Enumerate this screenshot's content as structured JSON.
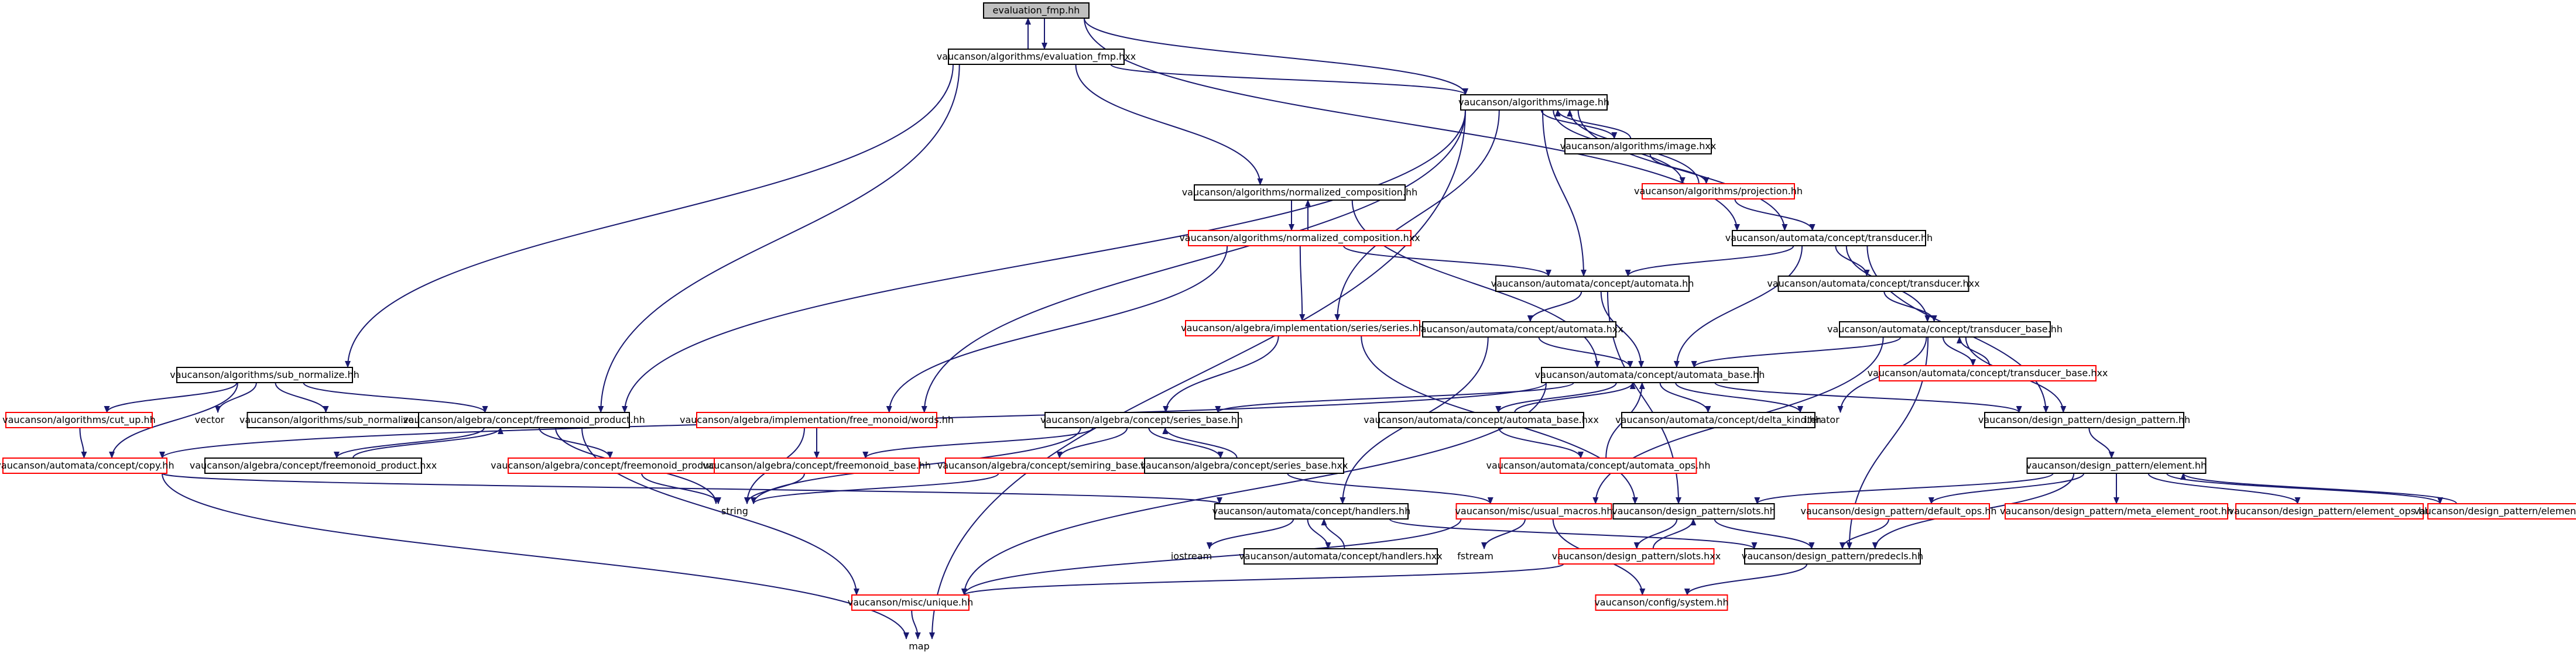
{
  "colors": {
    "edge": "#191970",
    "box_black": "#000000",
    "box_red": "#ff0000",
    "box_plain": "#bfbfbf",
    "root_fill": "#bfbfbf",
    "text": "#000000"
  },
  "nodes": [
    {
      "id": "root",
      "label": "evaluation_fmp.hh",
      "style": "root"
    },
    {
      "id": "eval_hxx",
      "label": "vaucanson/algorithms/evaluation_fmp.hxx",
      "style": "black"
    },
    {
      "id": "image_hh",
      "label": "vaucanson/algorithms/image.hh",
      "style": "black"
    },
    {
      "id": "image_hxx",
      "label": "vaucanson/algorithms/image.hxx",
      "style": "black"
    },
    {
      "id": "projection_hh",
      "label": "vaucanson/algorithms/projection.hh",
      "style": "red"
    },
    {
      "id": "transducer_hh",
      "label": "vaucanson/automata/concept/transducer.hh",
      "style": "black"
    },
    {
      "id": "normcomp_hh",
      "label": "vaucanson/algorithms/normalized_composition.hh",
      "style": "black"
    },
    {
      "id": "normcomp_hxx",
      "label": "vaucanson/algorithms/normalized_composition.hxx",
      "style": "red"
    },
    {
      "id": "automata_hh",
      "label": "vaucanson/automata/concept/automata.hh",
      "style": "black"
    },
    {
      "id": "transducer_hxx",
      "label": "vaucanson/automata/concept/transducer.hxx",
      "style": "black"
    },
    {
      "id": "automata_hxx",
      "label": "vaucanson/automata/concept/automata.hxx",
      "style": "black"
    },
    {
      "id": "transducer_base_hh",
      "label": "vaucanson/automata/concept/transducer_base.hh",
      "style": "black"
    },
    {
      "id": "transducer_base_hxx",
      "label": "vaucanson/automata/concept/transducer_base.hxx",
      "style": "red"
    },
    {
      "id": "series_hh",
      "label": "vaucanson/algebra/implementation/series/series.hh",
      "style": "red"
    },
    {
      "id": "automata_base_hh",
      "label": "vaucanson/automata/concept/automata_base.hh",
      "style": "black"
    },
    {
      "id": "sub_normalize_hh",
      "label": "vaucanson/algorithms/sub_normalize.hh",
      "style": "black"
    },
    {
      "id": "cut_up_hh",
      "label": "vaucanson/algorithms/cut_up.hh",
      "style": "red"
    },
    {
      "id": "vector",
      "label": "vector",
      "style": "plain"
    },
    {
      "id": "sub_normalize_hxx",
      "label": "vaucanson/algorithms/sub_normalize.hxx",
      "style": "black"
    },
    {
      "id": "freemonoid_product_hh",
      "label": "vaucanson/algebra/concept/freemonoid_product.hh",
      "style": "black"
    },
    {
      "id": "free_monoid_words_hh",
      "label": "vaucanson/algebra/implementation/free_monoid/words.hh",
      "style": "red"
    },
    {
      "id": "series_base_hh",
      "label": "vaucanson/algebra/concept/series_base.hh",
      "style": "black"
    },
    {
      "id": "automata_base_hxx",
      "label": "vaucanson/automata/concept/automata_base.hxx",
      "style": "black"
    },
    {
      "id": "delta_kind_hh",
      "label": "vaucanson/automata/concept/delta_kind.hh",
      "style": "black"
    },
    {
      "id": "iterator",
      "label": "iterator",
      "style": "plain"
    },
    {
      "id": "design_pattern_hh",
      "label": "vaucanson/design_pattern/design_pattern.hh",
      "style": "black"
    },
    {
      "id": "copy_hh",
      "label": "vaucanson/automata/concept/copy.hh",
      "style": "red"
    },
    {
      "id": "freemonoid_product_hxx",
      "label": "vaucanson/algebra/concept/freemonoid_product.hxx",
      "style": "black"
    },
    {
      "id": "freemonoid_product_base_hh",
      "label": "vaucanson/algebra/concept/freemonoid_product_base.hh",
      "style": "red"
    },
    {
      "id": "freemonoid_base_hh",
      "label": "vaucanson/algebra/concept/freemonoid_base.hh",
      "style": "red"
    },
    {
      "id": "semiring_base_hh",
      "label": "vaucanson/algebra/concept/semiring_base.hh",
      "style": "red"
    },
    {
      "id": "series_base_hxx",
      "label": "vaucanson/algebra/concept/series_base.hxx",
      "style": "black"
    },
    {
      "id": "automata_ops_hh",
      "label": "vaucanson/automata/concept/automata_ops.hh",
      "style": "red"
    },
    {
      "id": "element_hh",
      "label": "vaucanson/design_pattern/element.hh",
      "style": "black"
    },
    {
      "id": "string",
      "label": "string",
      "style": "plain"
    },
    {
      "id": "handlers_hh",
      "label": "vaucanson/automata/concept/handlers.hh",
      "style": "black"
    },
    {
      "id": "usual_macros_hh",
      "label": "vaucanson/misc/usual_macros.hh",
      "style": "red"
    },
    {
      "id": "slots_hh",
      "label": "vaucanson/design_pattern/slots.hh",
      "style": "black"
    },
    {
      "id": "default_ops_hh",
      "label": "vaucanson/design_pattern/default_ops.hh",
      "style": "red"
    },
    {
      "id": "meta_element_root_hh",
      "label": "vaucanson/design_pattern/meta_element_root.hh",
      "style": "red"
    },
    {
      "id": "element_ops_hh",
      "label": "vaucanson/design_pattern/element_ops.hh",
      "style": "red"
    },
    {
      "id": "element_hxx",
      "label": "vaucanson/design_pattern/element.hxx",
      "style": "red"
    },
    {
      "id": "iostream",
      "label": "iostream",
      "style": "plain"
    },
    {
      "id": "handlers_hxx",
      "label": "vaucanson/automata/concept/handlers.hxx",
      "style": "black"
    },
    {
      "id": "fstream",
      "label": "fstream",
      "style": "plain"
    },
    {
      "id": "slots_hxx",
      "label": "vaucanson/design_pattern/slots.hxx",
      "style": "red"
    },
    {
      "id": "predecls_hh",
      "label": "vaucanson/design_pattern/predecls.hh",
      "style": "black"
    },
    {
      "id": "unique_hh",
      "label": "vaucanson/misc/unique.hh",
      "style": "red"
    },
    {
      "id": "system_hh",
      "label": "vaucanson/config/system.hh",
      "style": "red"
    },
    {
      "id": "map",
      "label": "map",
      "style": "plain"
    }
  ],
  "edges": [
    [
      "root",
      "eval_hxx"
    ],
    [
      "eval_hxx",
      "root"
    ],
    [
      "root",
      "image_hh"
    ],
    [
      "root",
      "transducer_hh"
    ],
    [
      "eval_hxx",
      "image_hh"
    ],
    [
      "eval_hxx",
      "normcomp_hh"
    ],
    [
      "eval_hxx",
      "sub_normalize_hh"
    ],
    [
      "eval_hxx",
      "freemonoid_product_hh"
    ],
    [
      "image_hh",
      "image_hxx"
    ],
    [
      "image_hxx",
      "image_hh"
    ],
    [
      "image_hh",
      "projection_hh"
    ],
    [
      "projection_hh",
      "image_hh"
    ],
    [
      "image_hh",
      "transducer_hh"
    ],
    [
      "image_hh",
      "automata_hh"
    ],
    [
      "image_hh",
      "series_hh"
    ],
    [
      "image_hh",
      "freemonoid_product_hh"
    ],
    [
      "image_hh",
      "free_monoid_words_hh"
    ],
    [
      "image_hh",
      "map"
    ],
    [
      "image_hxx",
      "projection_hh"
    ],
    [
      "projection_hh",
      "transducer_hh"
    ],
    [
      "normcomp_hh",
      "normcomp_hxx"
    ],
    [
      "normcomp_hxx",
      "normcomp_hh"
    ],
    [
      "normcomp_hh",
      "automata_base_hh"
    ],
    [
      "normcomp_hxx",
      "automata_hh"
    ],
    [
      "normcomp_hxx",
      "series_hh"
    ],
    [
      "normcomp_hxx",
      "free_monoid_words_hh"
    ],
    [
      "transducer_hh",
      "automata_hh"
    ],
    [
      "transducer_hh",
      "transducer_hxx"
    ],
    [
      "transducer_hh",
      "automata_base_hh"
    ],
    [
      "transducer_hh",
      "transducer_base_hh"
    ],
    [
      "transducer_hh",
      "design_pattern_hh"
    ],
    [
      "automata_hh",
      "automata_hxx"
    ],
    [
      "automata_hh",
      "automata_base_hh"
    ],
    [
      "automata_hh",
      "slots_hh"
    ],
    [
      "transducer_hxx",
      "transducer_base_hh"
    ],
    [
      "automata_hxx",
      "automata_base_hh"
    ],
    [
      "automata_hxx",
      "handlers_hh"
    ],
    [
      "transducer_base_hh",
      "transducer_base_hxx"
    ],
    [
      "transducer_base_hxx",
      "transducer_base_hh"
    ],
    [
      "transducer_base_hh",
      "automata_base_hh"
    ],
    [
      "transducer_base_hh",
      "iterator"
    ],
    [
      "transducer_base_hh",
      "design_pattern_hh"
    ],
    [
      "transducer_base_hh",
      "usual_macros_hh"
    ],
    [
      "transducer_base_hh",
      "predecls_hh"
    ],
    [
      "series_hh",
      "series_base_hh"
    ],
    [
      "series_hh",
      "slots_hh"
    ],
    [
      "automata_base_hh",
      "series_base_hh"
    ],
    [
      "automata_base_hh",
      "automata_base_hxx"
    ],
    [
      "automata_base_hxx",
      "automata_base_hh"
    ],
    [
      "automata_base_hh",
      "delta_kind_hh"
    ],
    [
      "automata_base_hh",
      "iterator"
    ],
    [
      "automata_base_hh",
      "design_pattern_hh"
    ],
    [
      "automata_base_hh",
      "copy_hh"
    ],
    [
      "automata_base_hh",
      "unique_hh"
    ],
    [
      "automata_base_hxx",
      "automata_ops_hh"
    ],
    [
      "automata_ops_hh",
      "automata_base_hh"
    ],
    [
      "sub_normalize_hh",
      "cut_up_hh"
    ],
    [
      "sub_normalize_hh",
      "vector"
    ],
    [
      "sub_normalize_hh",
      "sub_normalize_hxx"
    ],
    [
      "sub_normalize_hh",
      "freemonoid_product_hh"
    ],
    [
      "sub_normalize_hh",
      "copy_hh"
    ],
    [
      "cut_up_hh",
      "copy_hh"
    ],
    [
      "copy_hh",
      "handlers_hh"
    ],
    [
      "copy_hh",
      "map"
    ],
    [
      "freemonoid_product_hh",
      "freemonoid_product_hxx"
    ],
    [
      "freemonoid_product_hxx",
      "freemonoid_product_hh"
    ],
    [
      "freemonoid_product_hh",
      "freemonoid_product_base_hh"
    ],
    [
      "freemonoid_product_hh",
      "string"
    ],
    [
      "freemonoid_product_hh",
      "unique_hh"
    ],
    [
      "free_monoid_words_hh",
      "freemonoid_base_hh"
    ],
    [
      "free_monoid_words_hh",
      "string"
    ],
    [
      "series_base_hh",
      "series_base_hxx"
    ],
    [
      "series_base_hxx",
      "series_base_hh"
    ],
    [
      "series_base_hh",
      "freemonoid_base_hh"
    ],
    [
      "series_base_hh",
      "semiring_base_hh"
    ],
    [
      "series_base_hh",
      "string"
    ],
    [
      "series_base_hxx",
      "usual_macros_hh"
    ],
    [
      "freemonoid_product_base_hh",
      "string"
    ],
    [
      "freemonoid_base_hh",
      "string"
    ],
    [
      "semiring_base_hh",
      "string"
    ],
    [
      "design_pattern_hh",
      "element_hh"
    ],
    [
      "element_hh",
      "slots_hh"
    ],
    [
      "element_hh",
      "predecls_hh"
    ],
    [
      "element_hh",
      "default_ops_hh"
    ],
    [
      "element_hh",
      "meta_element_root_hh"
    ],
    [
      "element_hh",
      "element_ops_hh"
    ],
    [
      "element_hh",
      "element_hxx"
    ],
    [
      "element_hxx",
      "element_hh"
    ],
    [
      "default_ops_hh",
      "predecls_hh"
    ],
    [
      "handlers_hh",
      "iostream"
    ],
    [
      "handlers_hh",
      "handlers_hxx"
    ],
    [
      "handlers_hxx",
      "handlers_hh"
    ],
    [
      "handlers_hh",
      "predecls_hh"
    ],
    [
      "usual_macros_hh",
      "fstream"
    ],
    [
      "usual_macros_hh",
      "system_hh"
    ],
    [
      "usual_macros_hh",
      "unique_hh"
    ],
    [
      "slots_hh",
      "slots_hxx"
    ],
    [
      "slots_hxx",
      "slots_hh"
    ],
    [
      "slots_hh",
      "predecls_hh"
    ],
    [
      "slots_hxx",
      "unique_hh"
    ],
    [
      "predecls_hh",
      "system_hh"
    ],
    [
      "unique_hh",
      "map"
    ]
  ]
}
